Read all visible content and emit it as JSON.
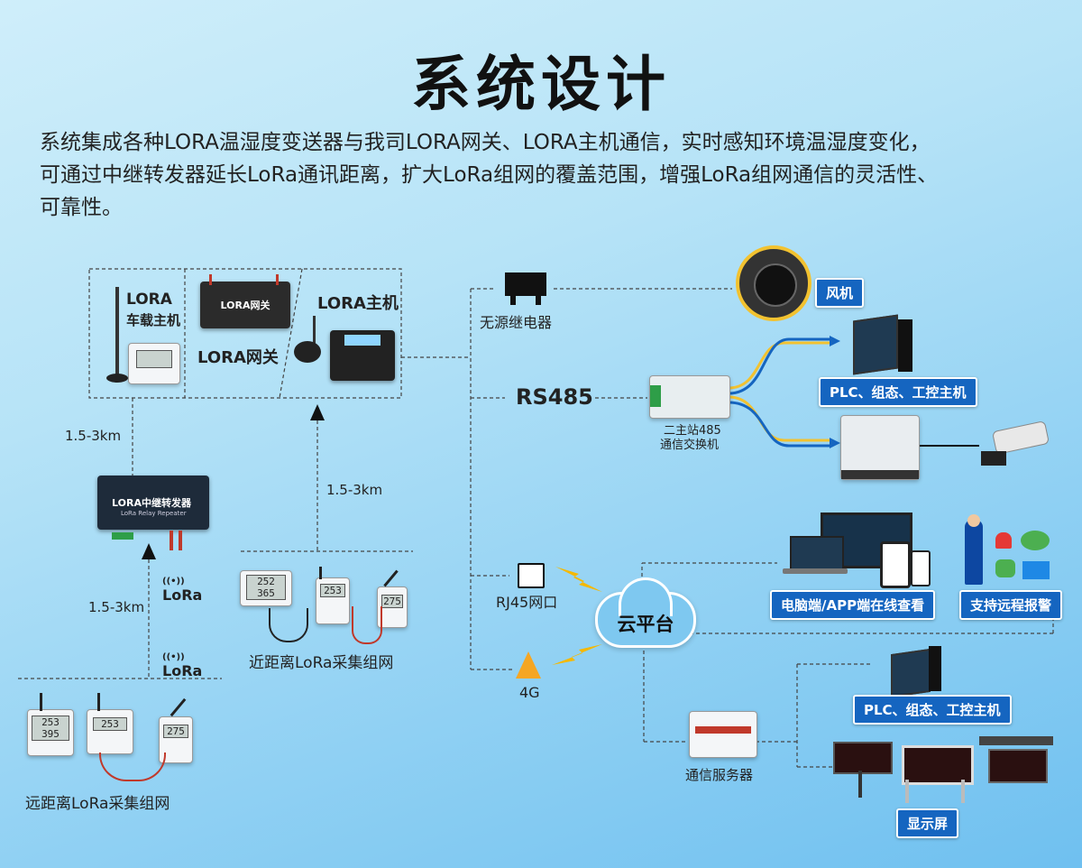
{
  "title": "系统设计",
  "intro_lines": [
    "系统集成各种LORA温湿度变送器与我司LORA网关、LORA主机通信，实时感知环境温湿度变化，",
    "可通过中继转发器延长LoRa通讯距离，扩大LoRa组网的覆盖范围，增强LoRa组网通信的灵活性、",
    "可靠性。"
  ],
  "labels": {
    "lora_vehicle_line1": "LORA",
    "lora_vehicle_line2": "车载主机",
    "lora_gateway": "LORA网关",
    "lora_gateway_device": "LORA网关",
    "lora_host": "LORA主机",
    "dist_1": "1.5-3km",
    "dist_2": "1.5-3km",
    "dist_3": "1.5-3km",
    "repeater_device": "LORA中继转发器",
    "repeater_sub": "LoRa Relay Repeater",
    "lora_logo_1": "LoRa",
    "lora_logo_2": "LoRa",
    "near_network": "近距离LoRa采集组网",
    "far_network": "远距离LoRa采集组网",
    "passive_relay": "无源继电器",
    "rs485": "RS485",
    "switch_line1": "二主站485",
    "switch_line2": "通信交换机",
    "rj45": "RJ45网口",
    "g4": "4G",
    "cloud": "云平台",
    "comm_server": "通信服务器"
  },
  "tags": {
    "fan": "风机",
    "plc_top": "PLC、组态、工控主机",
    "pc_app": "电脑端/APP端在线查看",
    "alarm": "支持远程报警",
    "plc_bottom": "PLC、组态、工控主机",
    "display": "显示屏"
  },
  "device_readouts": {
    "near_1a": "252",
    "near_1b": "365",
    "near_2": "253",
    "near_3": "275",
    "far_1a": "253",
    "far_1b": "395",
    "far_2": "253",
    "far_3": "275"
  },
  "colors": {
    "tag_bg": "#1565c0",
    "cable_yellow": "#f2c230",
    "cable_blue": "#1565c0",
    "lightning": "#f5b800",
    "cloud_bg": "#7ec8f0"
  }
}
